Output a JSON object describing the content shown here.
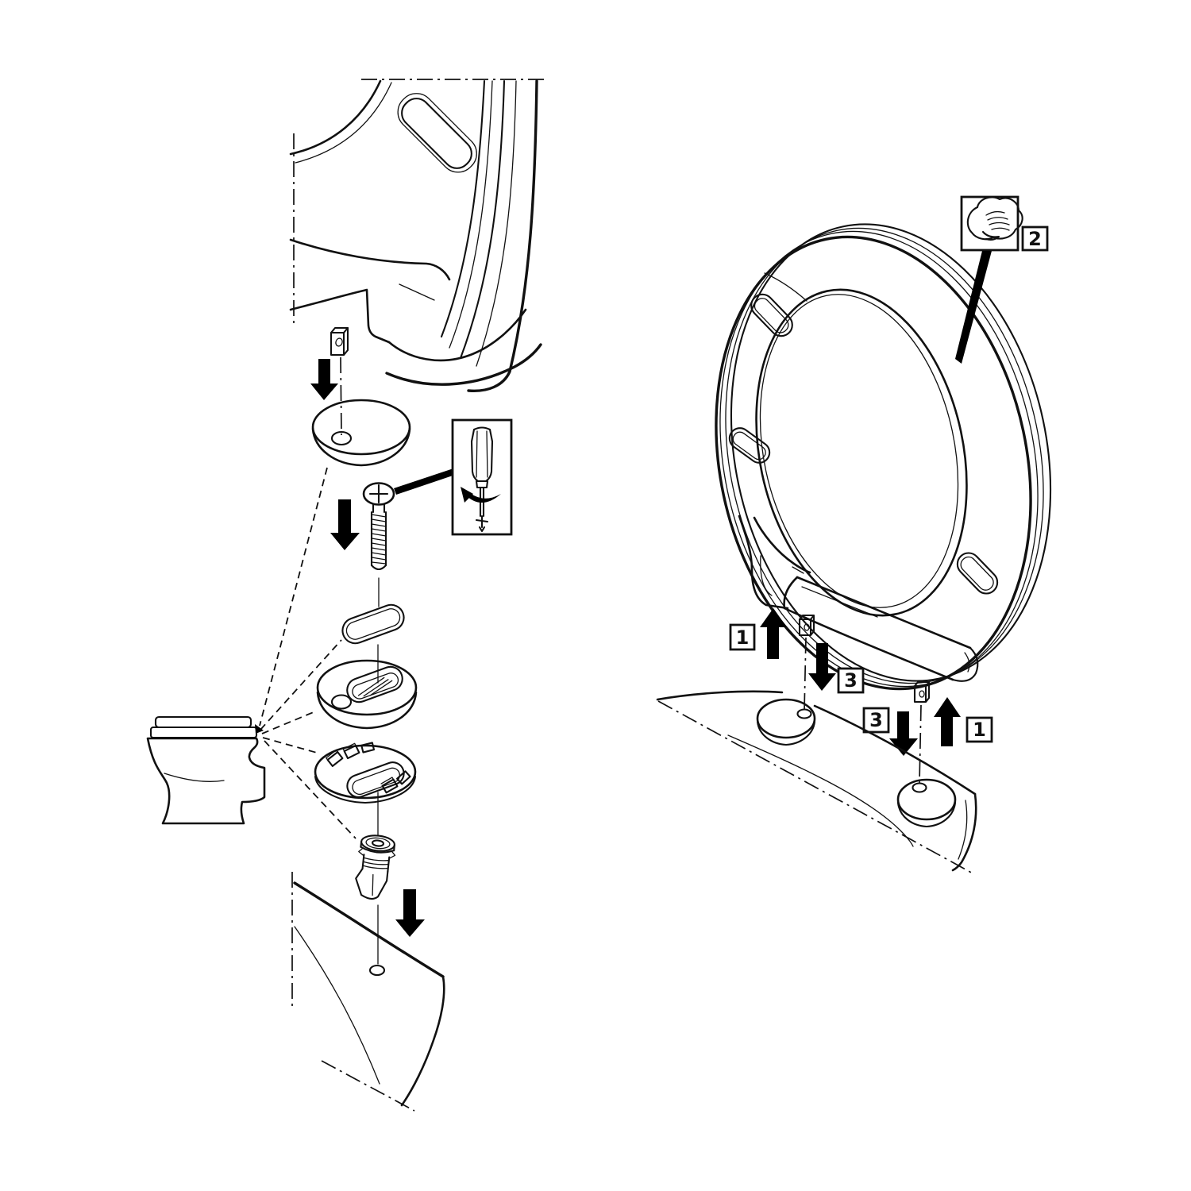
{
  "diagram": {
    "background_color": "#ffffff",
    "line_color": "#111111",
    "arrow_color": "#000000"
  },
  "markers": {
    "step1": "1",
    "step2": "2",
    "step3": "3"
  },
  "icons": [
    "press-hand-icon",
    "screwdriver-icon",
    "rotation-arrow-icon",
    "up-arrow-icon",
    "down-arrow-icon"
  ]
}
